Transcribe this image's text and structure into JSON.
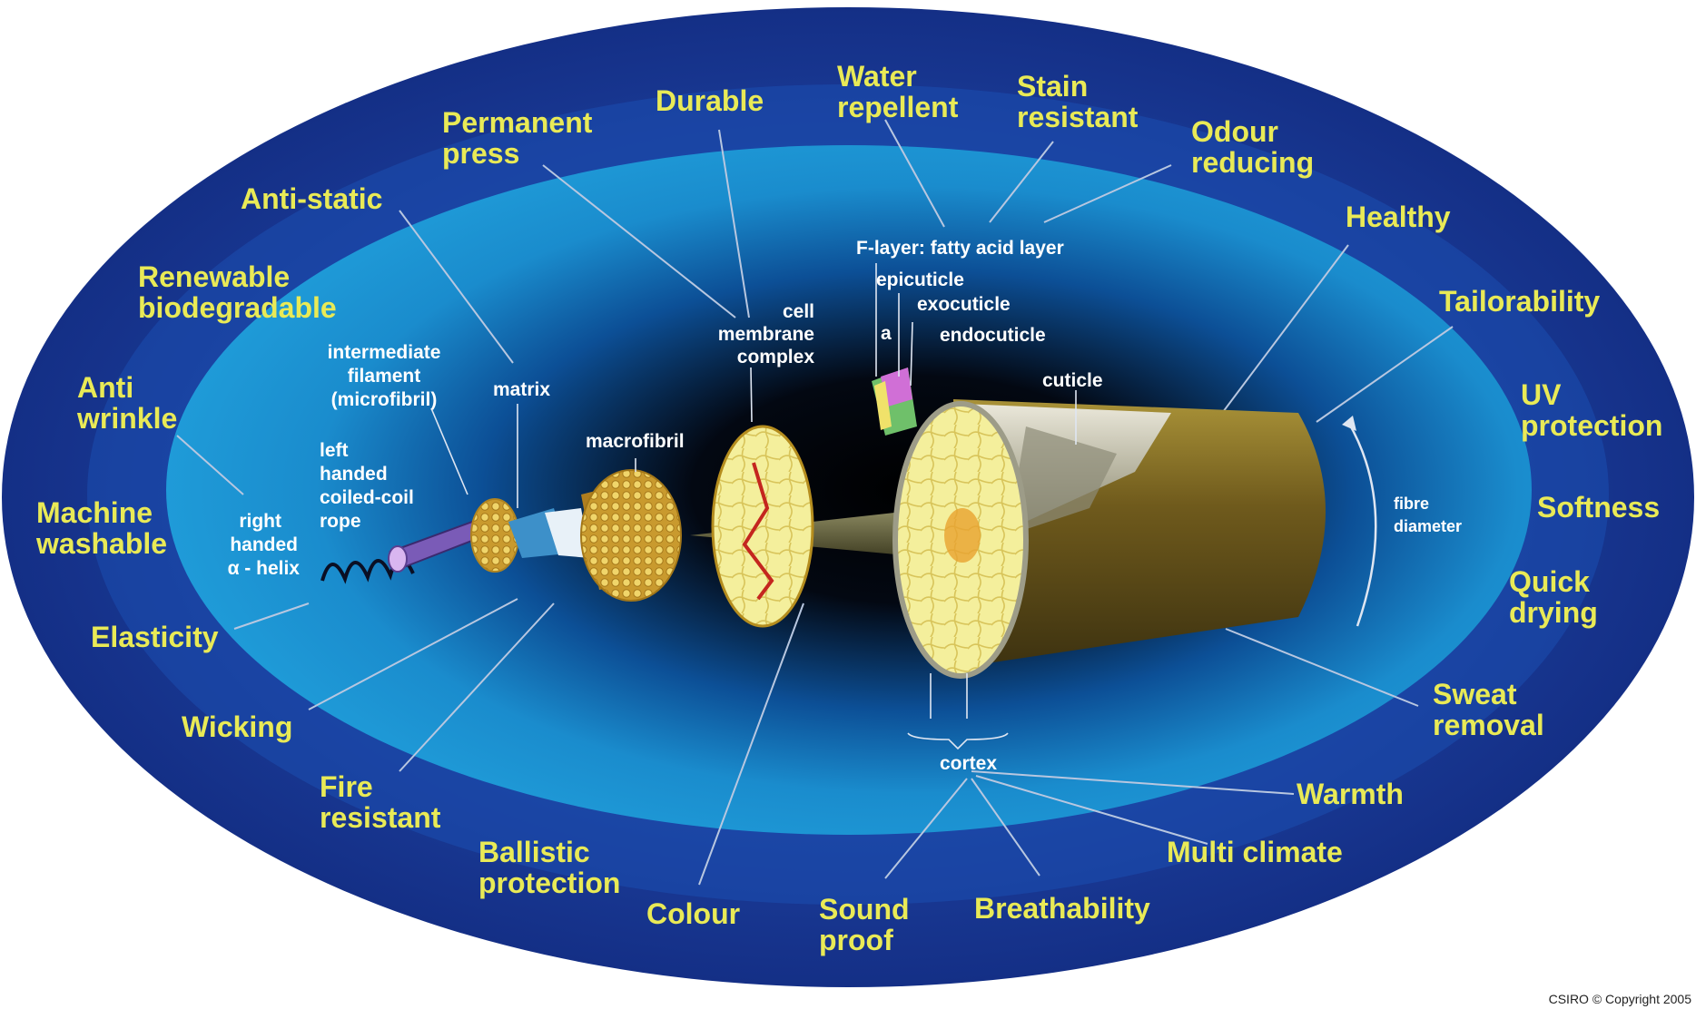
{
  "properties": {
    "water_repellent": [
      "Water",
      "repellent"
    ],
    "stain_resistant": [
      "Stain",
      "resistant"
    ],
    "durable": [
      "Durable"
    ],
    "permanent_press": [
      "Permanent",
      "press"
    ],
    "odour_reducing": [
      "Odour",
      "reducing"
    ],
    "anti_static": [
      "Anti-static"
    ],
    "healthy": [
      "Healthy"
    ],
    "renewable_biodegradable": [
      "Renewable",
      "biodegradable"
    ],
    "tailorability": [
      "Tailorability"
    ],
    "anti_wrinkle": [
      "Anti",
      "wrinkle"
    ],
    "uv_protection": [
      "UV",
      "protection"
    ],
    "machine_washable": [
      "Machine",
      "washable"
    ],
    "softness": [
      "Softness"
    ],
    "quick_drying": [
      "Quick",
      "drying"
    ],
    "elasticity": [
      "Elasticity"
    ],
    "sweat_removal": [
      "Sweat",
      "removal"
    ],
    "wicking": [
      "Wicking"
    ],
    "fire_resistant": [
      "Fire",
      "resistant"
    ],
    "warmth": [
      "Warmth"
    ],
    "ballistic_protection": [
      "Ballistic",
      "protection"
    ],
    "multi_climate": [
      "Multi climate"
    ],
    "colour": [
      "Colour"
    ],
    "sound_proof": [
      "Sound",
      "proof"
    ],
    "breathability": [
      "Breathability"
    ]
  },
  "structure_labels": {
    "f_layer": [
      "F-layer: fatty acid layer"
    ],
    "epicuticle": [
      "epicuticle"
    ],
    "exocuticle": [
      "exocuticle"
    ],
    "a": [
      "a"
    ],
    "endocuticle": [
      "endocuticle"
    ],
    "cell_membrane_complex": [
      "cell",
      "membrane",
      "complex"
    ],
    "intermediate_filament": [
      "intermediate",
      "filament",
      "(microfibril)"
    ],
    "matrix": [
      "matrix"
    ],
    "macrofibril": [
      "macrofibril"
    ],
    "cuticle": [
      "cuticle"
    ],
    "left_handed_coil": [
      "left",
      "handed",
      "coiled-coil",
      "rope"
    ],
    "right_handed_helix": [
      "right",
      "handed",
      "α - helix"
    ],
    "fibre_diameter": [
      "fibre",
      "diameter"
    ],
    "cortex": [
      "cortex"
    ]
  },
  "copyright": "CSIRO © Copyright 2005",
  "colors": {
    "property_text": "#e9ea56",
    "outer_ring": "#1d3f9c",
    "inner_ellipse": "#1e9ad6",
    "center_glow": "#05070f",
    "fibre_gold": "#d7b84a"
  }
}
